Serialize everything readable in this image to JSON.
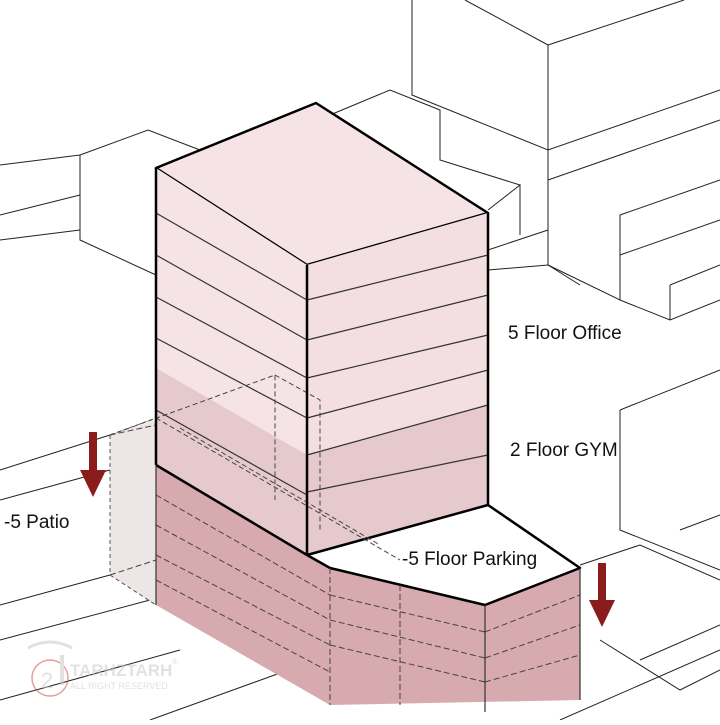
{
  "labels": {
    "office": "5 Floor Office",
    "gym": "2 Floor GYM",
    "parking": "-5 Floor Parking",
    "patio": "-5  Patio"
  },
  "watermark": {
    "brand": "TARHZTARH",
    "tagline": "ALL RIGHT RESERVED",
    "mark": "2",
    "registered": "®"
  },
  "colors": {
    "office_fill": "#f5e3e5",
    "office_side": "#f3dfe1",
    "gym_fill": "#e6c9cc",
    "parking_fill": "#d7aab0",
    "arrow": "#8b1c1c",
    "outline": "#000000",
    "context_line": "#222222"
  },
  "icons": [
    "down-arrow-icon",
    "watermark-logo-icon"
  ]
}
